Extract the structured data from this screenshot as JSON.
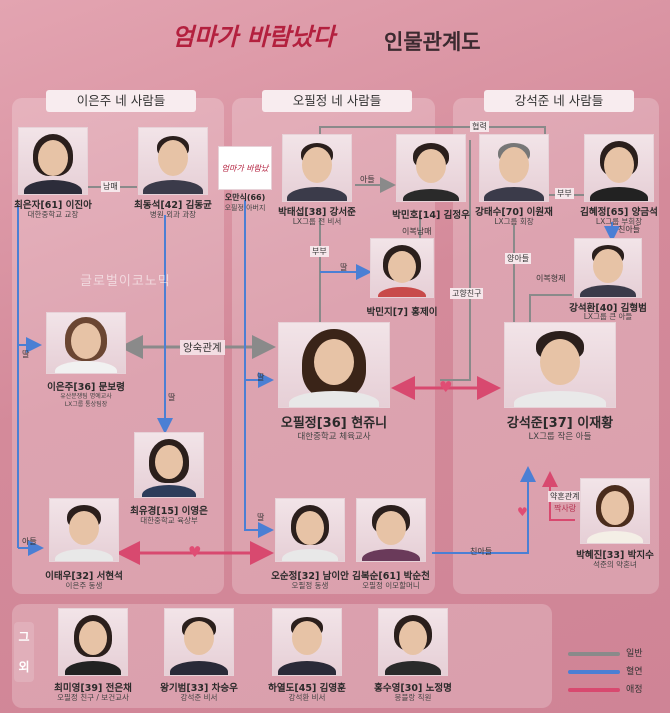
{
  "header": {
    "logo_text": "엄마가 바람났다",
    "title": "인물관계도"
  },
  "sections": {
    "left": "이은주 네 사람들",
    "middle": "오필정 네 사람들",
    "right": "강석준 네 사람들",
    "others": "그 외"
  },
  "watermark": "글로벌이코노믹",
  "logo_card": {
    "logo": "엄마가 바람났다",
    "name": "오만식(66)",
    "desc": "오필정 아버지"
  },
  "characters": {
    "choi_eunja": {
      "name": "최은자[61] 이진아",
      "desc": "대한중학교 교장"
    },
    "choi_dongseok": {
      "name": "최동석[42] 김동균",
      "desc": "병원 외과 과장"
    },
    "park_taeseop": {
      "name": "박태섭[38] 강서준",
      "desc": "LX그룹 전 비서"
    },
    "park_minho": {
      "name": "박민호[14] 김정우",
      "desc": ""
    },
    "kang_taesu": {
      "name": "강태수[70] 이원재",
      "desc": "LX그룹 회장"
    },
    "kim_hyejeong": {
      "name": "김혜정[65] 양금석",
      "desc": "LX그룹 부회장"
    },
    "park_minji": {
      "name": "박민지[7] 홍제이",
      "desc": ""
    },
    "kang_seokhwan": {
      "name": "강석환[40] 김형범",
      "desc": "LX그룹 큰 아들"
    },
    "lee_eunju": {
      "name": "이은주[36] 문보령",
      "desc1": "유산분쟁팀 명예교사",
      "desc2": "LX그룹 통상팀장"
    },
    "oh_piljeong": {
      "name": "오필정[36] 현쥬니",
      "desc": "대한중학교 체육교사"
    },
    "kang_seokjun": {
      "name": "강석준[37] 이재황",
      "desc": "LX그룹 작은 아들"
    },
    "choi_yugyeong": {
      "name": "최유경[15] 이영은",
      "desc": "대한중학교 육상부"
    },
    "lee_taeu": {
      "name": "이태우[32] 서현석",
      "desc": "이은주 동생"
    },
    "oh_sunjeong": {
      "name": "오순정[32] 남이안",
      "desc": "오필정 동생"
    },
    "kim_boksun": {
      "name": "김복순[61] 박순천",
      "desc": "오필정 이모할머니"
    },
    "park_hyejin": {
      "name": "박혜진[33] 박지수",
      "desc": "석준의 약혼녀"
    },
    "choi_miyeong": {
      "name": "최미영[39] 전은채",
      "desc": "오필정 친구 / 보건교사"
    },
    "wang_gibeom": {
      "name": "왕기범[33] 차승우",
      "desc": "강석준 비서"
    },
    "ha_yeoldo": {
      "name": "하열도[45] 김영훈",
      "desc": "강석환 비서"
    },
    "hong_suyeong": {
      "name": "홍수영[30] 노정명",
      "desc": "몽블랑 직원"
    }
  },
  "relations": {
    "siblings": "남매",
    "son1": "아들",
    "partner": "협력",
    "spouse1": "부부",
    "spouse2": "부부",
    "daughter1": "딸",
    "half_sibling": "이복남매",
    "in_law": "양아들",
    "half_brothers": "이복형제",
    "hometown_friend": "고향친구",
    "daughter2": "딸",
    "enemies": "앙숙관계",
    "daughter3": "딸",
    "daughter4": "딸",
    "son2": "아들",
    "daughter5": "딸",
    "real_son": "친아들",
    "real_son2": "친아들",
    "engaged": "약혼관계",
    "unrequited": "짝사랑"
  },
  "legend": {
    "normal": "일반",
    "blood": "혈연",
    "love": "애정"
  },
  "colors": {
    "normal": "#8a8a8a",
    "blood": "#4b7fd4",
    "love": "#d8496f"
  }
}
